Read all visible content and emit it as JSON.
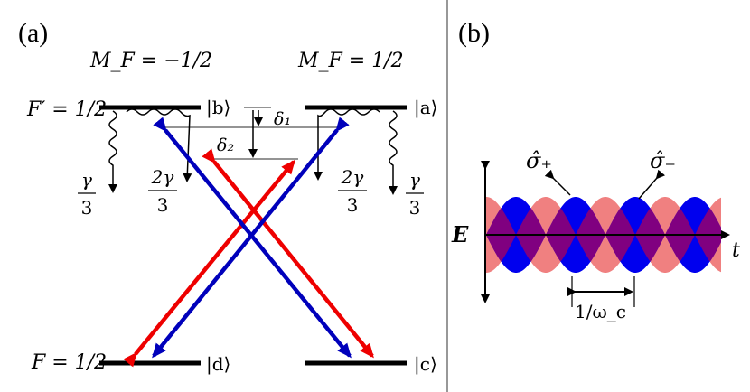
{
  "panel_a": {
    "label": "(a)",
    "mf_left": "M_F = −1/2",
    "mf_right": "M_F = 1/2",
    "upper_level": "F′ = 1/2",
    "lower_level": "F = 1/2",
    "states": {
      "a": "|a⟩",
      "b": "|b⟩",
      "c": "|c⟩",
      "d": "|d⟩"
    },
    "detunings": {
      "delta1": "δ₁",
      "delta2": "δ₂"
    },
    "decay_rates": {
      "gamma_3": "γ/3",
      "two_gamma_3": "2γ/3"
    }
  },
  "panel_b": {
    "label": "(b)",
    "sigma_plus": "σ̂₊",
    "sigma_minus": "σ̂₋",
    "field_axis": "E",
    "time_axis": "t",
    "period": "1/ω_c"
  },
  "colors": {
    "red_beam": "#ee0000",
    "blue_beam": "#0000bb",
    "sigma_plus_fill": "#f08080",
    "sigma_minus_fill": "#0000ee",
    "overlap_fill": "#800080"
  }
}
